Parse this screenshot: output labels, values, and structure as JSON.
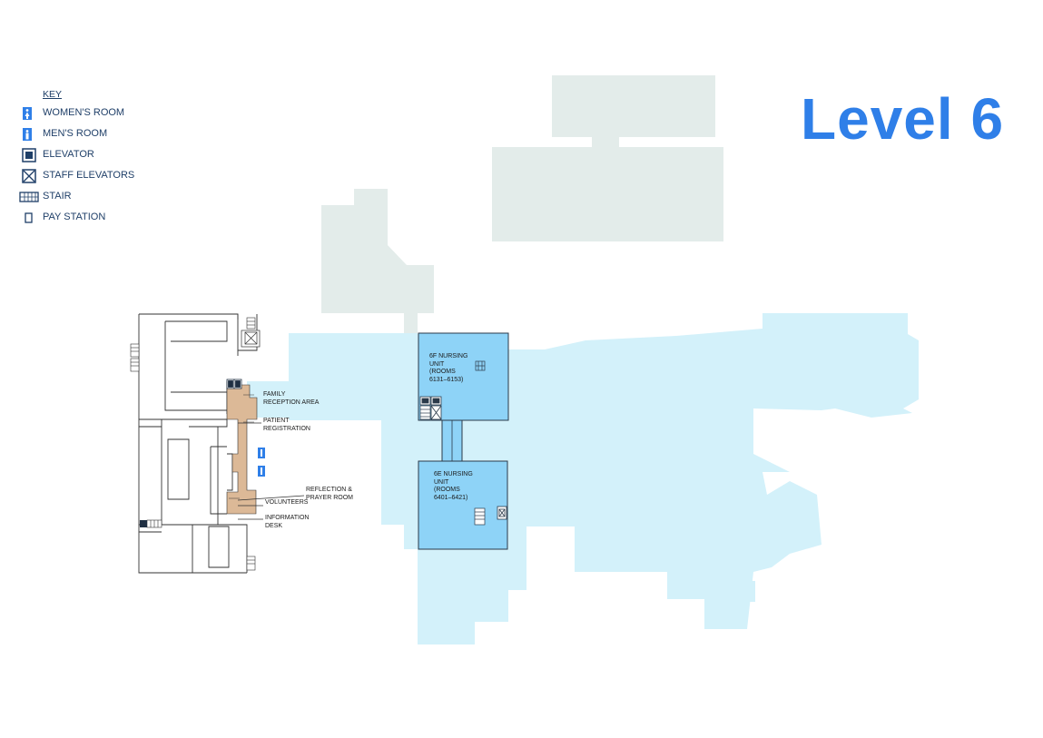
{
  "title": "Level 6",
  "key": {
    "heading": "KEY",
    "items": [
      {
        "icon": "womens-room-icon",
        "label": "WOMEN'S ROOM"
      },
      {
        "icon": "mens-room-icon",
        "label": "MEN'S ROOM"
      },
      {
        "icon": "elevator-icon",
        "label": "ELEVATOR"
      },
      {
        "icon": "staff-elevators-icon",
        "label": "STAFF ELEVATORS"
      },
      {
        "icon": "stair-icon",
        "label": "STAIR"
      },
      {
        "icon": "pay-station-icon",
        "label": "PAY STATION"
      }
    ]
  },
  "areas": {
    "unit_6f": {
      "name": "6F NURSING\nUNIT\n(ROOMS\n6131–6153)"
    },
    "unit_6e": {
      "name": "6E NURSING\nUNIT\n(ROOMS\n6401–6421)"
    },
    "family_reception": "FAMILY\nRECEPTION AREA",
    "patient_registration": "PATIENT\nREGISTRATION",
    "reflection": "REFLECTION &\nPRAYER ROOM",
    "volunteers": "VOLUNTEERS",
    "information_desk": "INFORMATION\nDESK"
  },
  "colors": {
    "title": "#2f7fe8",
    "key_text": "#1f3f68",
    "unit_fill": "#8ed3f7",
    "light_area": "#d3f1fa",
    "gray_area": "#e3ecea",
    "corridor": "#dcb997",
    "outline": "#333333"
  }
}
